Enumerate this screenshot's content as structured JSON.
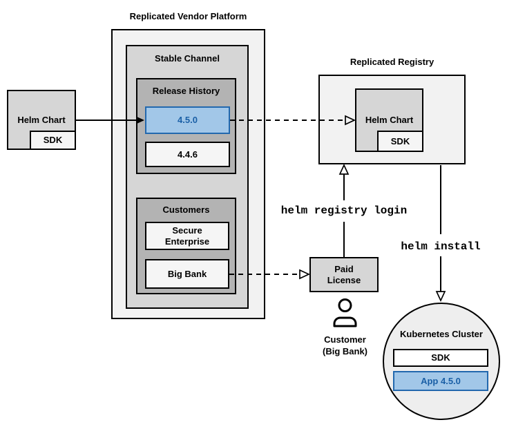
{
  "colors": {
    "highlight_fill": "#a2c7e8",
    "highlight_border": "#2268ae",
    "highlight_text": "#1a5fa6",
    "panel_outer": "#f2f2f2",
    "panel_mid": "#d6d6d6",
    "panel_dark": "#b3b3b3",
    "box_light": "#f5f5f5",
    "line_color": "#000000"
  },
  "source_chart": {
    "label": "Helm Chart",
    "sdk_label": "SDK"
  },
  "vendor_platform": {
    "title": "Replicated Vendor Platform",
    "stable_channel": {
      "title": "Stable Channel",
      "release_history": {
        "title": "Release History",
        "releases": [
          {
            "version": "4.5.0",
            "highlighted": true
          },
          {
            "version": "4.4.6",
            "highlighted": false
          }
        ]
      },
      "customers": {
        "title": "Customers",
        "secure_enterprise": {
          "line1": "Secure",
          "line2": "Enterprise"
        },
        "big_bank": {
          "label": "Big Bank"
        }
      }
    }
  },
  "registry": {
    "title": "Replicated Registry",
    "helm_chart": {
      "label": "Helm Chart",
      "sdk_label": "SDK"
    }
  },
  "paid_license": {
    "line1": "Paid",
    "line2": "License"
  },
  "customer": {
    "line1": "Customer",
    "line2": "(Big Bank)"
  },
  "commands": {
    "registry_login": "helm registry login",
    "install": "helm install"
  },
  "cluster": {
    "title": "Kubernetes Cluster",
    "sdk_label": "SDK",
    "app_label": "App 4.5.0"
  }
}
